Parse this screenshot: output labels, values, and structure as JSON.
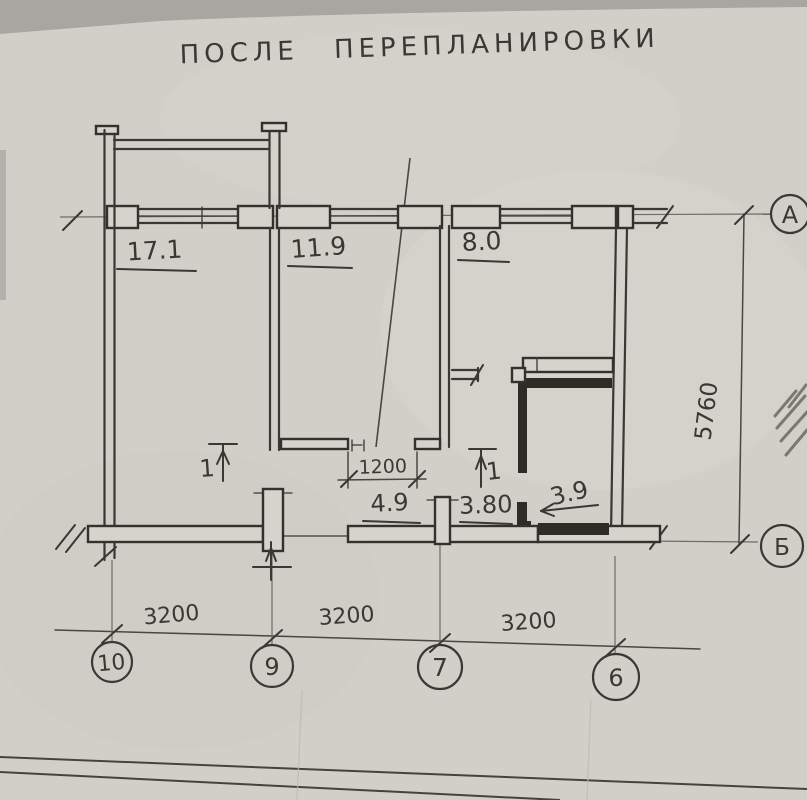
{
  "title": "ПОСЛЕ  ПЕРЕПЛАНИРОВКИ",
  "colors": {
    "paper": "#d2cfc9",
    "shadow_band": "#a9a6a1",
    "ink": "#3a3734"
  },
  "rooms": {
    "living": "17.1",
    "bedroom": "11.9",
    "kitchen": "8.0",
    "hall": "4.9",
    "wc": "3.80",
    "bath": "3.9"
  },
  "dimensions": {
    "door_opening": "1200",
    "span_10_9": "3200",
    "span_9_7": "3200",
    "span_7_6": "3200",
    "depth_a_b": "5760"
  },
  "axes": {
    "row_a": "А",
    "row_b": "Б",
    "col_1": "10",
    "col_2": "9",
    "col_3": "7",
    "col_4": "6"
  },
  "sections": {
    "mark_left": "1",
    "mark_right": "1"
  }
}
